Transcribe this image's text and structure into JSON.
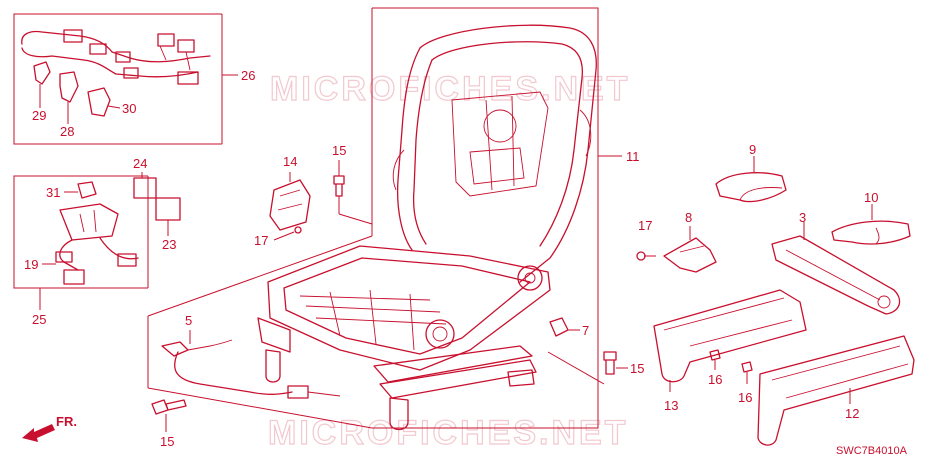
{
  "colors": {
    "ink": "#c8102e",
    "background": "#ffffff",
    "watermark": "#f2c9cf"
  },
  "watermark": {
    "top": "MICROFICHES.NET",
    "bottom": "MICROFICHES.NET"
  },
  "diagram_code": "SWC7B4010A",
  "direction": {
    "label": "FR.",
    "icon": "front-direction-arrow-icon"
  },
  "callouts": {
    "p26": "26",
    "p29": "29",
    "p28": "28",
    "p30": "30",
    "p24": "24",
    "p31": "31",
    "p23": "23",
    "p19": "19",
    "p25": "25",
    "p14": "14",
    "p17a": "17",
    "p15a": "15",
    "p11": "11",
    "p9": "9",
    "p10": "10",
    "p3": "3",
    "p17b": "17",
    "p8": "8",
    "p7": "7",
    "p15b": "15",
    "p13": "13",
    "p16a": "16",
    "p16b": "16",
    "p12": "12",
    "p5": "5",
    "p15c": "15"
  }
}
